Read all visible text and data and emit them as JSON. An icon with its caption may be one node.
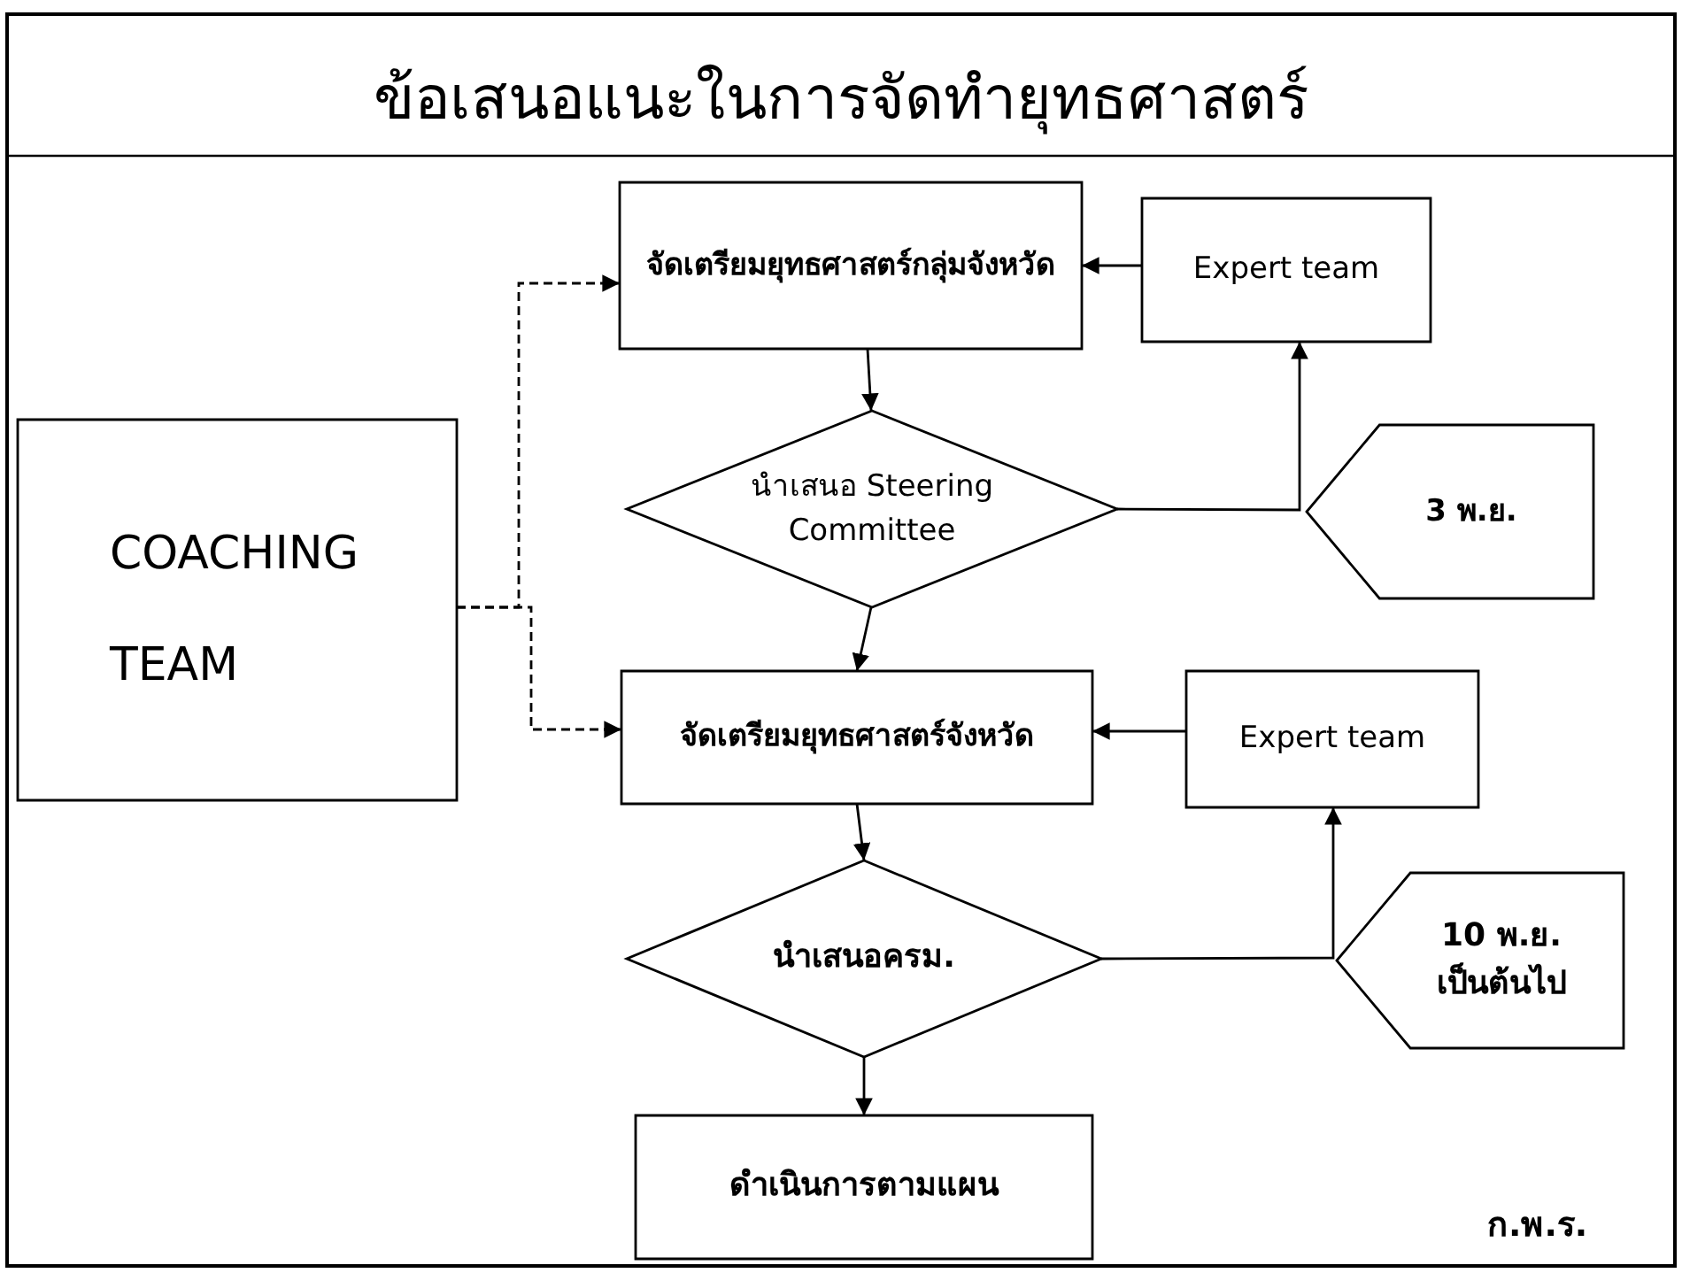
{
  "diagram": {
    "title": "ข้อเสนอแนะในการจัดทำยุทธศาสตร์",
    "nodes": [
      {
        "text": [
          "COACHING TEAM"
        ]
      },
      {
        "text": [
          "จัดเตรียมยุทธศาสตร์กลุ่มจังหวัด"
        ]
      },
      {
        "text": [
          "Expert team"
        ]
      },
      {
        "text": [
          "นำเสนอ Steering Committee"
        ]
      },
      {
        "text": [
          "3 พ.ย."
        ]
      },
      {
        "text": [
          "จัดเตรียมยุทธศาสตร์จังหวัด"
        ]
      },
      {
        "text": [
          "Expert team"
        ]
      },
      {
        "text": [
          "นำเสนอครม."
        ]
      },
      {
        "text": [
          "10 พ.ย. เป็นต้นไป"
        ]
      },
      {
        "text": [
          "ดำเนินการตามแผน"
        ]
      }
    ],
    "edges": [
      {
        "from": 0,
        "to": 1,
        "arrow": "to",
        "style": "dashed"
      },
      {
        "from": 0,
        "to": 5,
        "arrow": "to",
        "style": "dashed"
      },
      {
        "from": 2,
        "to": 1,
        "arrow": "to"
      },
      {
        "from": 1,
        "to": 3,
        "arrow": "to"
      },
      {
        "from": 3,
        "to": 2,
        "arrow": "to"
      },
      {
        "from": 3,
        "to": 5,
        "arrow": "to"
      },
      {
        "from": 6,
        "to": 5,
        "arrow": "to"
      },
      {
        "from": 5,
        "to": 7,
        "arrow": "to"
      },
      {
        "from": 7,
        "to": 6,
        "arrow": "to"
      },
      {
        "from": 7,
        "to": 9,
        "arrow": "to"
      }
    ],
    "labels": [
      "ก.พ.ร."
    ]
  }
}
